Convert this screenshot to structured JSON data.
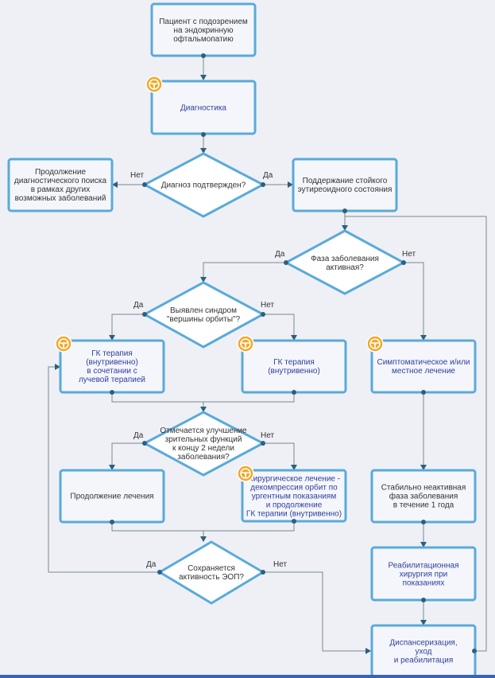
{
  "nodes": {
    "start": [
      "Пациент с подозрением",
      "на эндокринную",
      "офтальмопатию"
    ],
    "diagnostics": [
      "Диагностика"
    ],
    "diagnosis_confirmed": [
      "Диагноз подтвержден?"
    ],
    "continue_search": [
      "Продолжение",
      "диагностического поиска",
      "в рамках других",
      "возможных заболеваний"
    ],
    "maintain_euthyroid": [
      "Поддержание стойкого",
      "эутиреоидного состояния"
    ],
    "phase_active": [
      "Фаза заболевания",
      "активная?"
    ],
    "apex_syndrome": [
      "Выявлен синдром",
      "\"вершины орбиты\"?"
    ],
    "gc_with_radiation": [
      "ГК терапия",
      "(внутривенно)",
      "в сочетании с",
      "лучевой терапией"
    ],
    "gc_iv": [
      "ГК терапия",
      "(внутривенно)"
    ],
    "symptomatic": [
      "Симптоматическое и/или",
      "местное лечение"
    ],
    "visual_improvement": [
      "Отмечается улучшение",
      "зрительных функций",
      "к концу 2 недели",
      "заболевания?"
    ],
    "continue_treatment": [
      "Продолжение лечения"
    ],
    "surgical_decompression": [
      "Хирургическое лечение -",
      "декомпрессия орбит по",
      "ургентным показаниям",
      "и продолжение",
      "ГК терапии (внутривенно)"
    ],
    "stable_inactive": [
      "Стабильно неактивная",
      "фаза заболевания",
      "в течение 1 года"
    ],
    "eop_persists": [
      "Сохраняется",
      "активность ЭОП?"
    ],
    "rehab_surgery": [
      "Реабилитационная",
      "хирургия при",
      "показаниях"
    ],
    "dispensary": [
      "Диспансеризация,",
      "уход",
      "и реабилитация"
    ]
  },
  "edge_labels": {
    "yes": "Да",
    "no": "Нет"
  },
  "icons": {
    "marker": "steering-wheel-icon",
    "marker_color": "#f5a623"
  }
}
